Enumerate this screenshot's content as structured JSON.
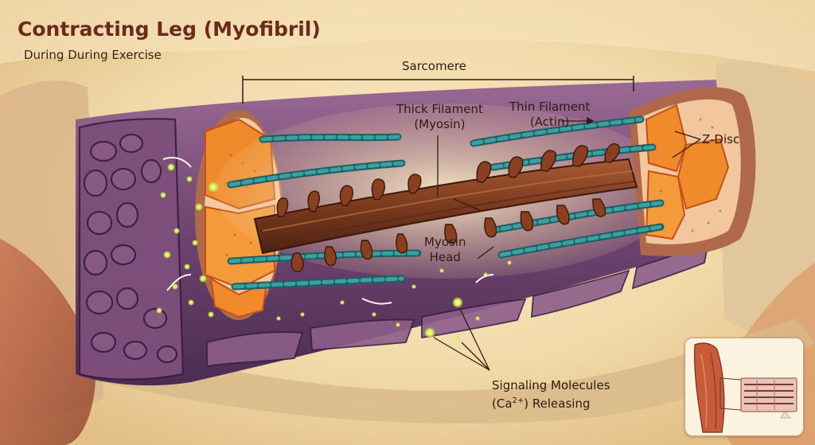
{
  "title": "Contracting Leg (Myofibril)",
  "subtitle": "During During Exercise",
  "labels": {
    "sarcomere": "Sarcomere",
    "thick_filament_line1": "Thick Filament",
    "thick_filament_line2": "(Myosin)",
    "thin_filament_line1": "Thin Filament",
    "thin_filament_line2": "(Actin)",
    "z_disc": "Z-Disc",
    "myosin_head_line1": "Myosin",
    "myosin_head_line2": "Head",
    "signaling_line1": "Signaling Molecules",
    "signaling_line2_prefix": "(Ca",
    "signaling_line2_sup": "2+",
    "signaling_line2_suffix": ") Releasing"
  },
  "colors": {
    "background": "#f3dfb5",
    "muscle_purple": "#7a4a78",
    "myosin_brown": "#7a3a1e",
    "actin_teal": "#2f8a8a",
    "z_disc_orange": "#f08a2a",
    "signal_green": "#d8f26a",
    "title_color": "#6b2a1a"
  }
}
